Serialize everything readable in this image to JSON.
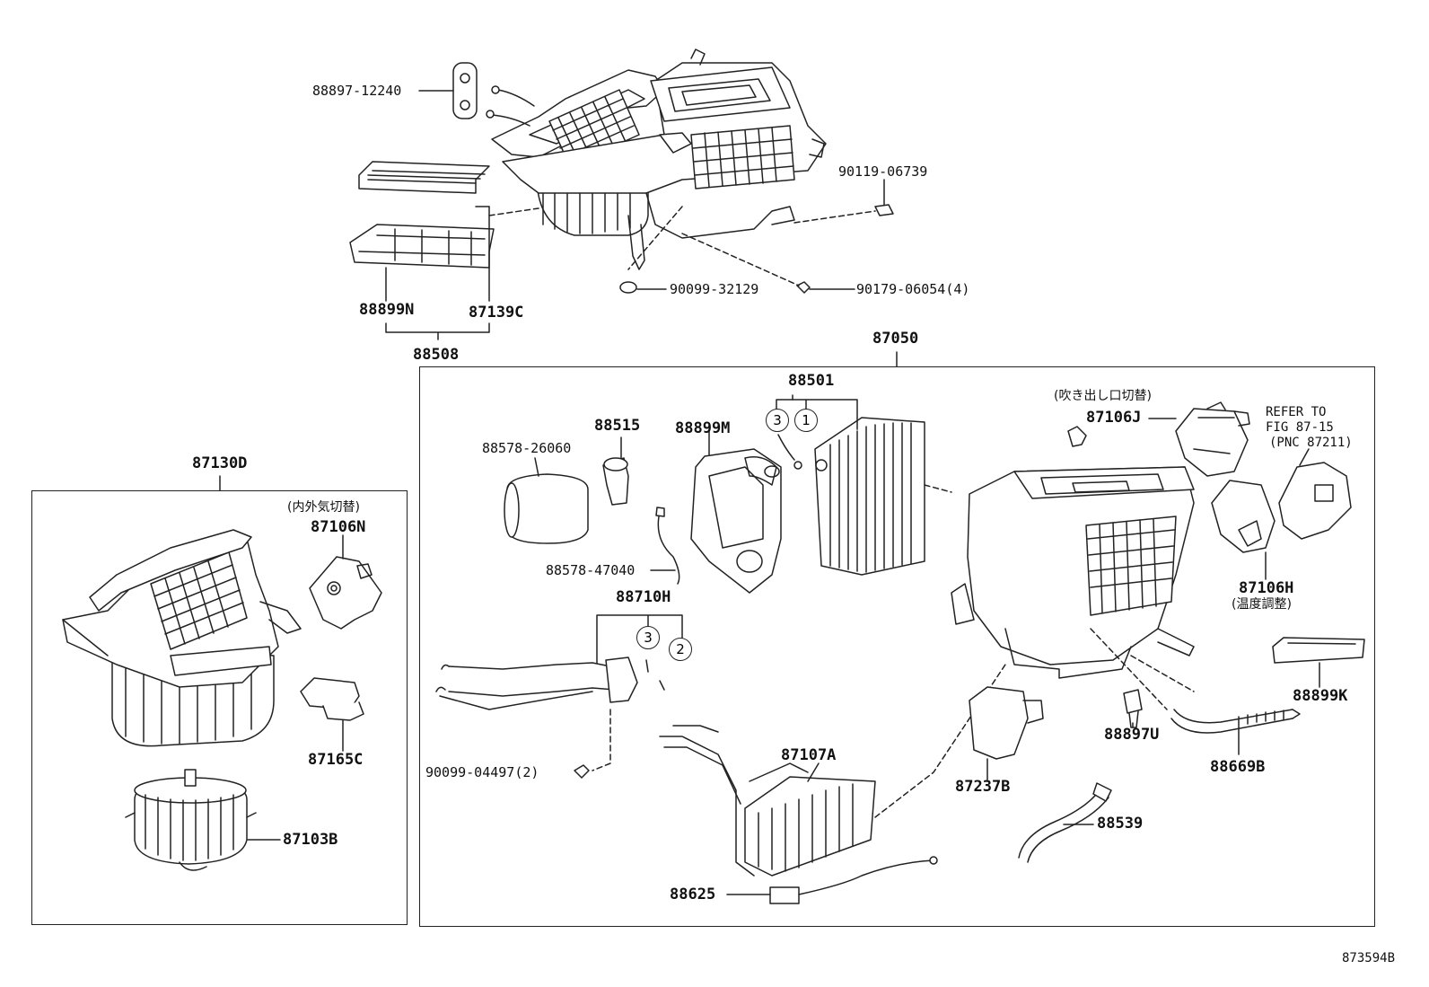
{
  "labels": {
    "p88897_12240": "88897-12240",
    "p90119_06739": "90119-06739",
    "p90099_32129": "90099-32129",
    "p90179_06054": "90179-06054(4)",
    "p88899N": "88899N",
    "p87139C": "87139C",
    "p88508": "88508",
    "p87050": "87050",
    "p87130D": "87130D",
    "jp_intake": "(内外気切替)",
    "p87106N": "87106N",
    "p87165C": "87165C",
    "p87103B": "87103B",
    "p88501": "88501",
    "p88578_26060": "88578-26060",
    "p88515": "88515",
    "p88899M": "88899M",
    "p88578_47040": "88578-47040",
    "p88710H": "88710H",
    "p90099_04497": "90099-04497(2)",
    "p87107A": "87107A",
    "p88625": "88625",
    "jp_outlet": "(吹き出し口切替)",
    "p87106J": "87106J",
    "refer1": "REFER TO",
    "refer2": "FIG 87-15",
    "refer3": "(PNC 87211)",
    "p87106H": "87106H",
    "jp_temp": "(温度調整)",
    "p88899K": "88899K",
    "p88897U": "88897U",
    "p88669B": "88669B",
    "p87237B": "87237B",
    "p88539": "88539",
    "c3a": "3",
    "c1": "1",
    "c3b": "3",
    "c2": "2",
    "figure_id": "873594B"
  }
}
